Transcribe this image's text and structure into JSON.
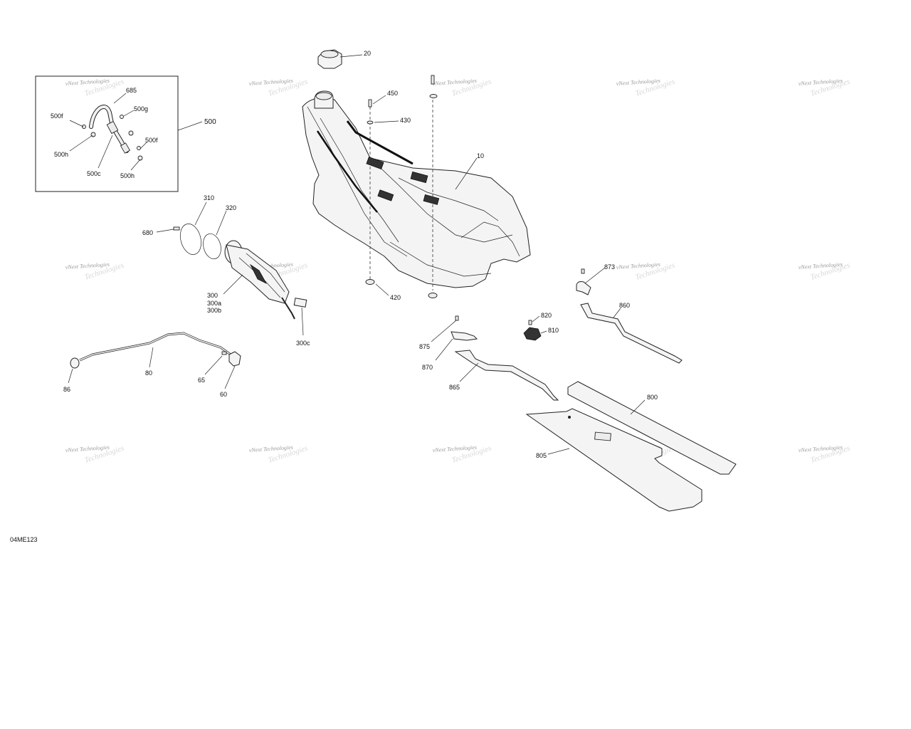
{
  "diagram_code": "04ME123",
  "watermark": {
    "brand": "vNext Technologies",
    "echo": "Technologies"
  },
  "inset": {
    "label": "500",
    "callouts": [
      "685",
      "500g",
      "500f",
      "500f",
      "500h",
      "500c",
      "500h"
    ]
  },
  "callouts": [
    "20",
    "450",
    "430",
    "10",
    "420",
    "310",
    "320",
    "680",
    "300",
    "300a",
    "300b",
    "300c",
    "80",
    "86",
    "65",
    "60",
    "873",
    "860",
    "820",
    "810",
    "875",
    "870",
    "865",
    "800",
    "805"
  ]
}
